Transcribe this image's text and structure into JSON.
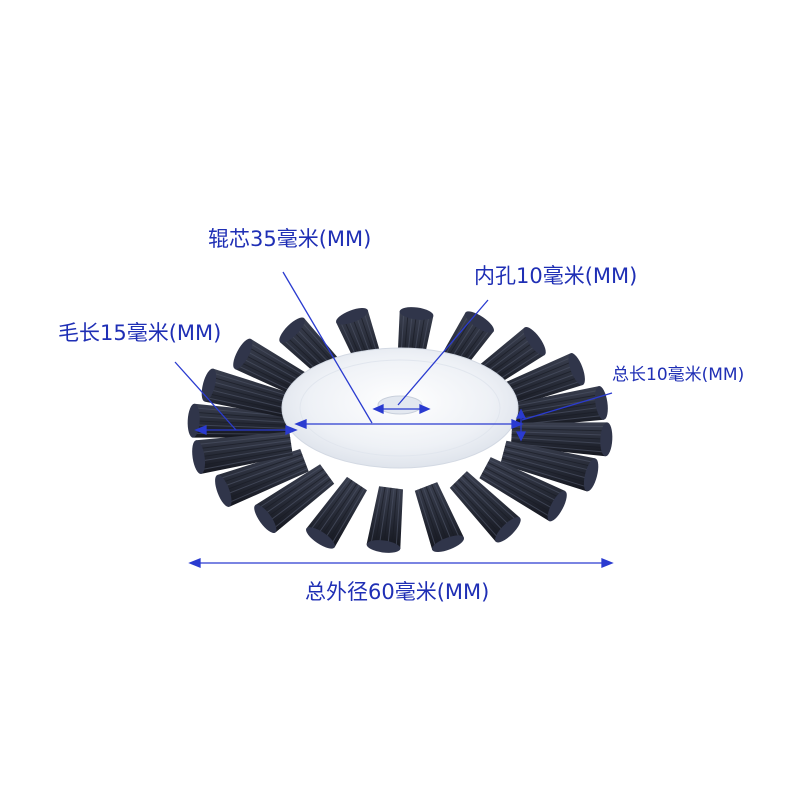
{
  "image": {
    "subject": "brush-wheel",
    "colors": {
      "bristle": "#2b2f3d",
      "bristle_dark": "#1b1e28",
      "core": "#eef1f6",
      "annotation": "#1f2fb5"
    }
  },
  "annotations": {
    "core_diameter": "辊芯35毫米(MM)",
    "inner_hole": "内孔10毫米(MM)",
    "bristle_length": "毛长15毫米(MM)",
    "total_length": "总长10毫米(MM)",
    "outer_diameter": "总外径60毫米(MM)"
  }
}
